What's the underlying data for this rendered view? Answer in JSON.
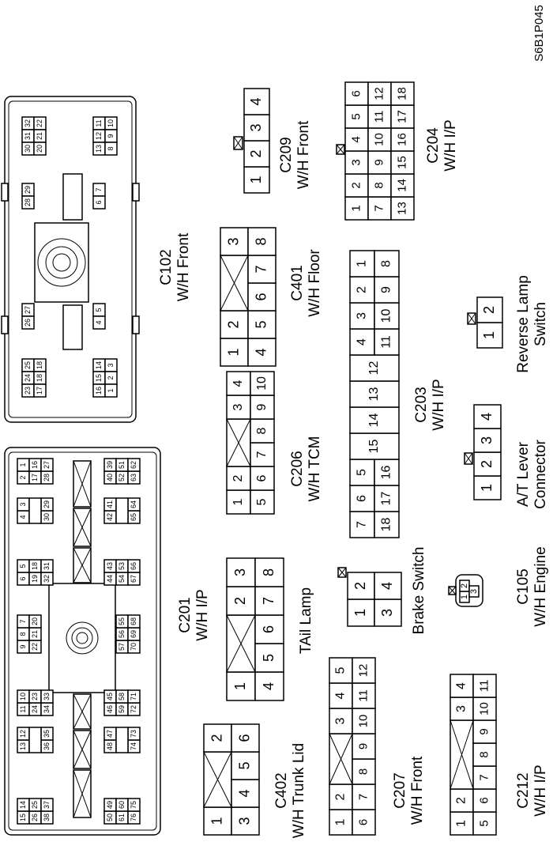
{
  "figure_ref": "S6B1P045",
  "connectors": [
    {
      "id": "c402",
      "title": "C402",
      "subtitle": "W/H Trunk Lid"
    },
    {
      "id": "c207",
      "title": "C207",
      "subtitle": "W/H Front"
    },
    {
      "id": "c212",
      "title": "C212",
      "subtitle": "W/H I/P"
    },
    {
      "id": "tail",
      "title": "TAil Lamp",
      "subtitle": ""
    },
    {
      "id": "brake",
      "title": "Brake Switch",
      "subtitle": ""
    },
    {
      "id": "c105",
      "title": "C105",
      "subtitle": "W/H Engine"
    },
    {
      "id": "c206",
      "title": "C206",
      "subtitle": "W/H TCM"
    },
    {
      "id": "c203",
      "title": "C203",
      "subtitle": "W/H I/P"
    },
    {
      "id": "atlever",
      "title": "A/T Lever",
      "subtitle": "Connector"
    },
    {
      "id": "c401",
      "title": "C401",
      "subtitle": "W/H Floor"
    },
    {
      "id": "reverse",
      "title": "Reverse Lamp",
      "subtitle": "Switch"
    },
    {
      "id": "c209",
      "title": "C209",
      "subtitle": "W/H Front"
    },
    {
      "id": "c204",
      "title": "C204",
      "subtitle": "W/H I/P"
    },
    {
      "id": "c201",
      "title": "C201",
      "subtitle": "W/H I/P"
    },
    {
      "id": "c102",
      "title": "C102",
      "subtitle": "W/H Front"
    }
  ]
}
